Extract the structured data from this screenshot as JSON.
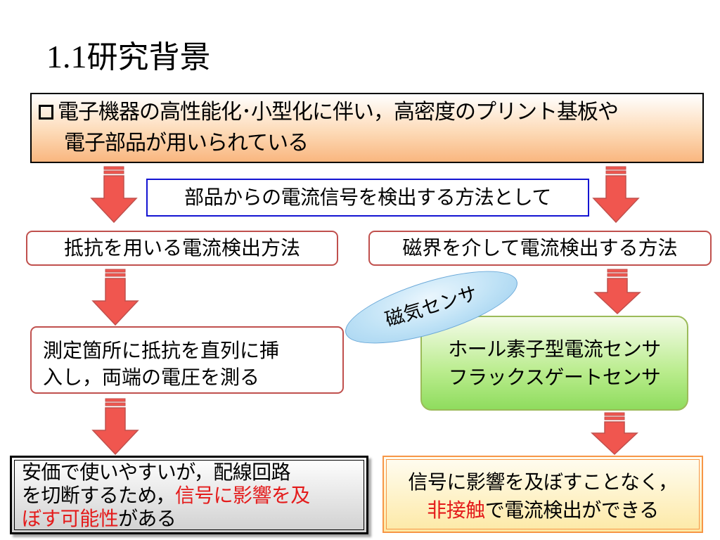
{
  "title": {
    "number": "1.1",
    "text": "研究背景"
  },
  "premise": {
    "line1": "電子機器の高性能化･小型化に伴い，高密度のプリント基板や",
    "line2": "電子部品が用いられている"
  },
  "method_label": "部品からの電流信号を検出する方法として",
  "left_branch": {
    "method": "抵抗を用いる電流検出方法",
    "detail_line1": "測定箇所に抵抗を直列に挿",
    "detail_line2": "入し，両端の電圧を測る",
    "result_line1": "安価で使いやすいが，配線回路",
    "result_line2_a": "を切断するため，",
    "result_line2_b": "信号に影響を及",
    "result_line3_a": "ぼす可能性",
    "result_line3_b": "がある"
  },
  "right_branch": {
    "method": "磁界を介して電流検出する方法",
    "callout": "磁気センサ",
    "sensor_line1": "ホール素子型電流センサ",
    "sensor_line2": "フラックスゲートセンサ",
    "result_line1": "信号に影響を及ぼすことなく，",
    "result_line2_a": "非接触",
    "result_line2_b": "で電流検出ができる"
  },
  "colors": {
    "arrow_fill": "#f0564f",
    "arrow_stroke": "#c0504d",
    "highlight": "#e41b1b",
    "label_border": "#1414d2"
  }
}
